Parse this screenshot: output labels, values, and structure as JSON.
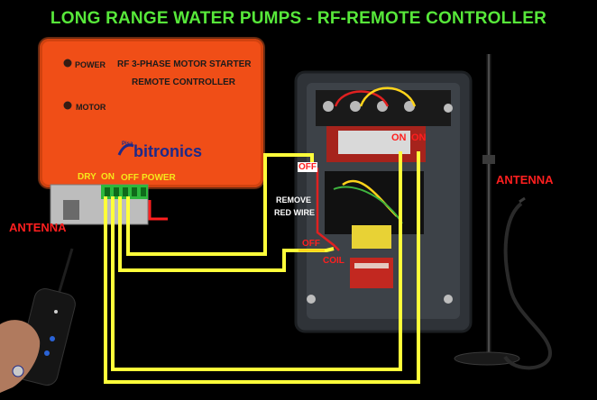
{
  "title": "LONG RANGE WATER PUMPS - RF-REMOTE CONTROLLER",
  "controller": {
    "heading_1": "RF 3-PHASE MOTOR STARTER",
    "heading_2": "REMOTE CONTROLLER",
    "power_led": "POWER",
    "motor_led": "MOTOR",
    "brand": "bitronics",
    "brand_prefix": "Pisa"
  },
  "terminal_labels": {
    "dry": "DRY",
    "on": "ON",
    "off": "OFF",
    "power": "POWER"
  },
  "starter_labels": {
    "on_1": "ON",
    "on_2": "ON",
    "off_top": "OFF",
    "remove_red_wire_1": "REMOVE",
    "remove_red_wire_2": "RED WIRE",
    "off_bottom": "OFF",
    "coil": "COIL"
  },
  "antenna_left": "ANTENNA",
  "antenna_right": "ANTENNA",
  "colors": {
    "title": "#57e83a",
    "label_red": "#ff1f1f",
    "label_yellow": "#f6e71b",
    "wire_yellow": "#ffff3a",
    "controller_orange": "#f04e17"
  }
}
